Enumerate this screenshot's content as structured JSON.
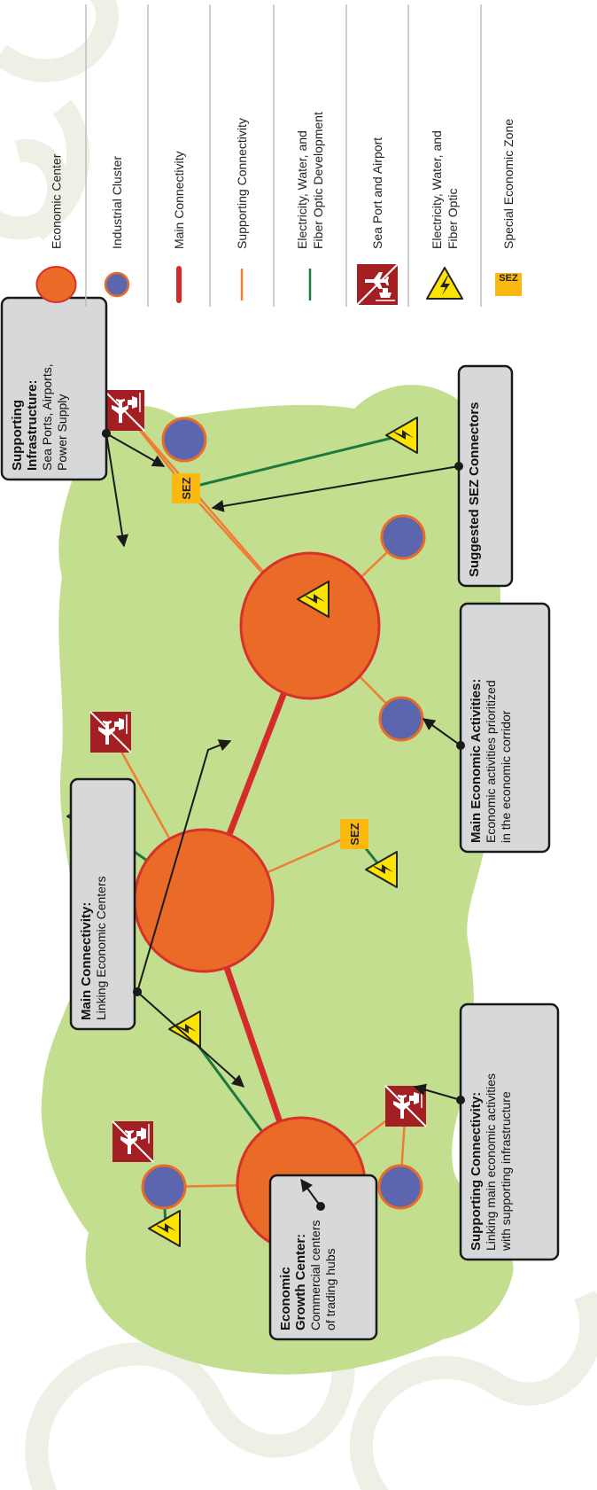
{
  "legend": {
    "economic_center": "Economic Center",
    "industrial_cluster": "Industrial Cluster",
    "main_connectivity": "Main Connectivity",
    "supporting_connectivity": "Supporting Connectivity",
    "utilities_dev": [
      "Electricity, Water, and",
      "Fiber Optic Development"
    ],
    "port_airport": "Sea Port and Airport",
    "utilities": [
      "Electricity, Water, and",
      "Fiber Optic"
    ],
    "sez": "Special Economic Zone"
  },
  "callouts": {
    "supporting_infra": {
      "bold": [
        "Supporting",
        "Infrastructure:"
      ],
      "text": [
        "Sea Ports, Airports,",
        "Power Supply"
      ]
    },
    "sez_connectors": {
      "bold": [
        "Suggested SEZ Connectors"
      ],
      "text": []
    },
    "main_activities": {
      "bold": [
        "Main Economic Activities:"
      ],
      "text": [
        "Economic activities prioritized",
        "in the economic corridor"
      ]
    },
    "main_connectivity": {
      "bold": [
        "Main Connectivity:"
      ],
      "text": [
        "Linking Economic Centers"
      ]
    },
    "supporting_connectivity": {
      "bold": [
        "Supporting Connectivity:"
      ],
      "text": [
        "Linking main economic activities",
        "with supporting infrastructure"
      ]
    },
    "growth_center": {
      "bold": [
        "Economic",
        "Growth Center:"
      ],
      "text": [
        "Commercial centers",
        "of trading hubs"
      ]
    }
  },
  "sez_label": "SEZ",
  "colors": {
    "land": "#c3de8e",
    "economic_center": "#ea6b28",
    "economic_center_stroke": "#d8312a",
    "industrial_cluster": "#5b66ae",
    "main_connectivity": "#d42b2b",
    "supporting_connectivity": "#ef7d34",
    "utility_line": "#1c7a3e",
    "port_bg": "#a31f24",
    "sez_bg": "#fbb90f",
    "hazard": "#fde300",
    "callout_bg": "#d6d8da",
    "watermark": "#eef0e5"
  },
  "icons": [
    "lightning-warning-icon",
    "airplane-port-icon",
    "sez-badge-icon"
  ]
}
